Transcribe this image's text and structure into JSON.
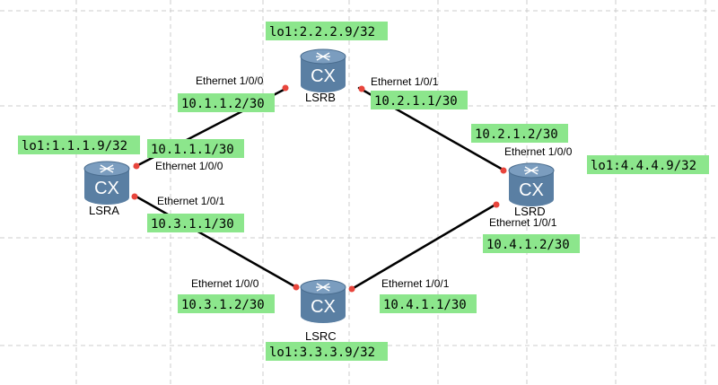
{
  "colors": {
    "background": "#ffffff",
    "grid": "#cccccc",
    "link": "#000000",
    "port_dot": "#e8453c",
    "label_fill": "#8ce68c",
    "router_body": "#5a7fa3",
    "router_top": "#7b9dbf",
    "router_glyph": "#ffffff"
  },
  "devices": {
    "lsra": {
      "name": "LSRA",
      "icon": "router-icon",
      "icon_text": "CX",
      "loopback": "lo1:1.1.1.9/32",
      "ports": {
        "p0": {
          "name": "Ethernet 1/0/0",
          "ip": "10.1.1.1/30"
        },
        "p1": {
          "name": "Ethernet 1/0/1",
          "ip": "10.3.1.1/30"
        }
      }
    },
    "lsrb": {
      "name": "LSRB",
      "icon": "router-icon",
      "icon_text": "CX",
      "loopback": "lo1:2.2.2.9/32",
      "ports": {
        "p0": {
          "name": "Ethernet 1/0/0",
          "ip": "10.1.1.2/30"
        },
        "p1": {
          "name": "Ethernet 1/0/1",
          "ip": "10.2.1.1/30"
        }
      }
    },
    "lsrc": {
      "name": "LSRC",
      "icon": "router-icon",
      "icon_text": "CX",
      "loopback": "lo1:3.3.3.9/32",
      "ports": {
        "p0": {
          "name": "Ethernet 1/0/0",
          "ip": "10.3.1.2/30"
        },
        "p1": {
          "name": "Ethernet 1/0/1",
          "ip": "10.4.1.1/30"
        }
      }
    },
    "lsrd": {
      "name": "LSRD",
      "icon": "router-icon",
      "icon_text": "CX",
      "loopback": "lo1:4.4.4.9/32",
      "ports": {
        "p0": {
          "name": "Ethernet 1/0/0",
          "ip": "10.2.1.2/30"
        },
        "p1": {
          "name": "Ethernet 1/0/1",
          "ip": "10.4.1.2/30"
        }
      }
    }
  }
}
